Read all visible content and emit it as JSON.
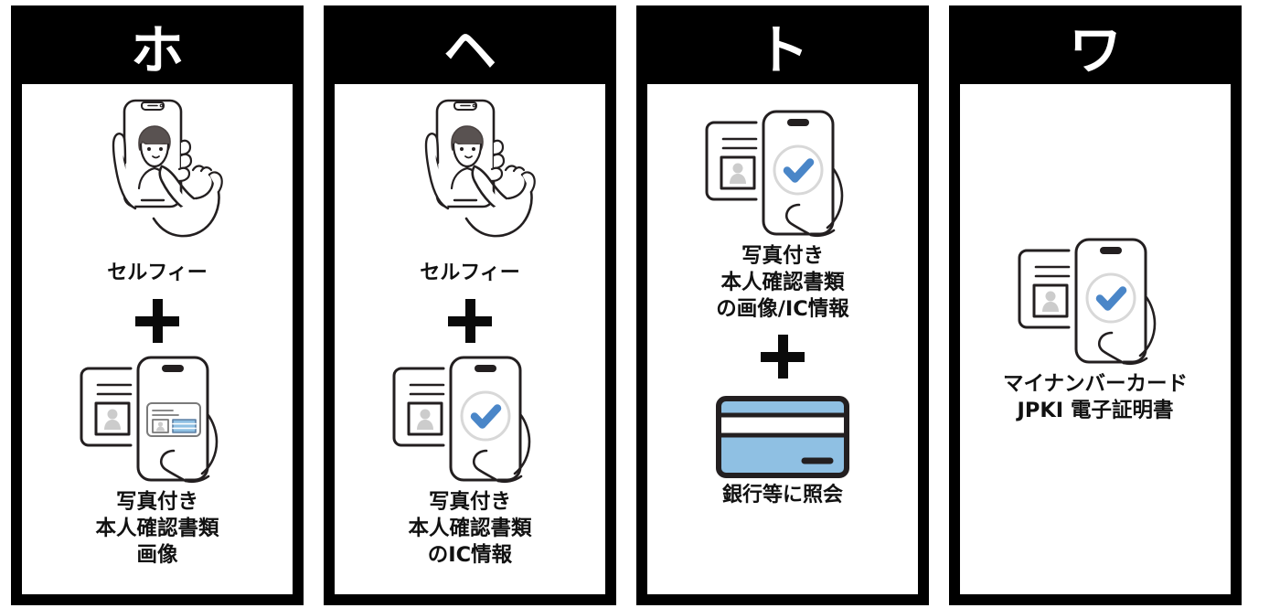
{
  "board": {
    "background_color": "#ffffff",
    "panel_border_color": "#000000",
    "header_bg_color": "#000000",
    "header_text_color": "#ffffff",
    "text_color": "#111111",
    "accent_blue": "#4a86c8",
    "card_blue": "#8fc0e3",
    "line_color": "#231f20",
    "photo_gray": "#cccccc"
  },
  "panels": [
    {
      "id": "panel-ho",
      "header_label": "ホ",
      "header_name": "katakana-ho",
      "layout": "two-items-with-plus",
      "items": [
        {
          "icon": "selfie-phone-hand-icon",
          "caption": "セルフィー"
        },
        {
          "icon": "id-card-phone-image-hand-icon",
          "caption": "写真付き\n本人確認書類\n画像"
        }
      ],
      "connector": "+"
    },
    {
      "id": "panel-he",
      "header_label": "ヘ",
      "header_name": "katakana-he",
      "layout": "two-items-with-plus",
      "items": [
        {
          "icon": "selfie-phone-hand-icon",
          "caption": "セルフィー"
        },
        {
          "icon": "id-card-phone-check-hand-icon",
          "caption": "写真付き\n本人確認書類\nのIC情報"
        }
      ],
      "connector": "+"
    },
    {
      "id": "panel-to",
      "header_label": "ト",
      "header_name": "katakana-to",
      "layout": "two-items-with-plus",
      "items": [
        {
          "icon": "id-card-phone-check-hand-icon",
          "caption": "写真付き\n本人確認書類\nの画像/IC情報"
        },
        {
          "icon": "bank-card-icon",
          "caption": "銀行等に照会"
        }
      ],
      "connector": "+"
    },
    {
      "id": "panel-wa",
      "header_label": "ワ",
      "header_name": "katakana-wa",
      "layout": "single-item-centered",
      "items": [
        {
          "icon": "id-card-phone-check-hand-icon",
          "caption": "マイナンバーカード\nJPKI 電子証明書"
        }
      ],
      "connector": ""
    }
  ]
}
